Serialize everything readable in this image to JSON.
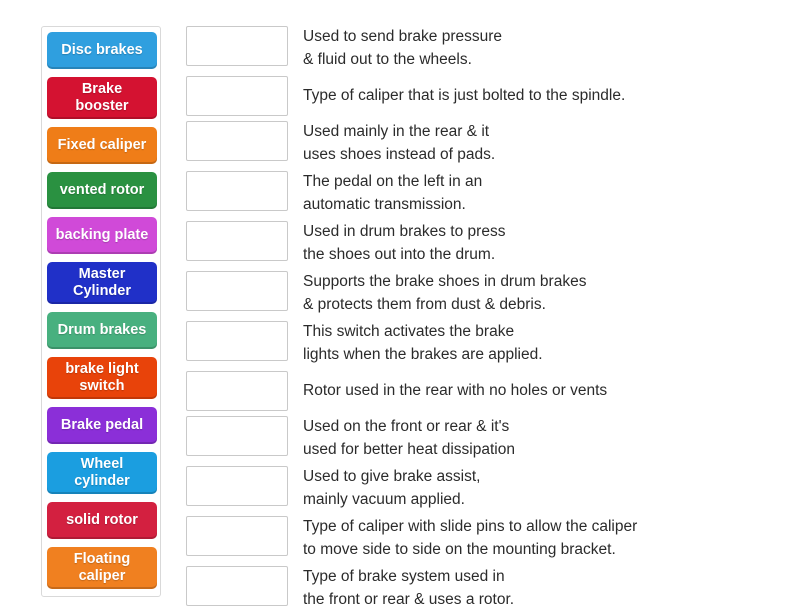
{
  "activity": {
    "type": "match-up-drag-and-drop",
    "title": "Brake System Terms Matching"
  },
  "tiles": [
    {
      "label": "Disc brakes",
      "color": "#2f9fdf",
      "lines": 1
    },
    {
      "label": "Brake\nbooster",
      "color": "#d41231",
      "lines": 2
    },
    {
      "label": "Fixed caliper",
      "color": "#ef7d18",
      "lines": 1
    },
    {
      "label": "vented rotor",
      "color": "#2a9141",
      "lines": 1
    },
    {
      "label": "backing plate",
      "color": "#d04ad8",
      "lines": 1
    },
    {
      "label": "Master\nCylinder",
      "color": "#2030c8",
      "lines": 2
    },
    {
      "label": "Drum brakes",
      "color": "#48b07f",
      "lines": 1
    },
    {
      "label": "brake light\nswitch",
      "color": "#e8430a",
      "lines": 2
    },
    {
      "label": "Brake pedal",
      "color": "#8b2fd8",
      "lines": 1
    },
    {
      "label": "Wheel\ncylinder",
      "color": "#1b9ee0",
      "lines": 2
    },
    {
      "label": "solid rotor",
      "color": "#d32040",
      "lines": 1
    },
    {
      "label": "Floating\ncaliper",
      "color": "#f08020",
      "lines": 2
    }
  ],
  "rows": [
    {
      "definition": "Used to send brake pressure\n& fluid out to the wheels.",
      "answer": "",
      "lines": 2
    },
    {
      "definition": "Type of caliper that is just bolted to the spindle.",
      "answer": "",
      "lines": 1
    },
    {
      "definition": "Used mainly in the rear & it\nuses shoes instead of pads.",
      "answer": "",
      "lines": 2
    },
    {
      "definition": "The pedal on the left in an\nautomatic transmission.",
      "answer": "",
      "lines": 2
    },
    {
      "definition": "Used in drum brakes to press\nthe shoes out into the drum.",
      "answer": "",
      "lines": 2
    },
    {
      "definition": "Supports the brake shoes in drum brakes\n& protects them from dust & debris.",
      "answer": "",
      "lines": 2
    },
    {
      "definition": "This switch activates the brake\nlights when the brakes are applied.",
      "answer": "",
      "lines": 2
    },
    {
      "definition": "Rotor used in the rear with no holes or vents",
      "answer": "",
      "lines": 1
    },
    {
      "definition": "Used on the front or rear & it's\nused for better heat dissipation",
      "answer": "",
      "lines": 2
    },
    {
      "definition": "Used to give brake assist,\nmainly vacuum applied.",
      "answer": "",
      "lines": 2
    },
    {
      "definition": "Type of caliper with slide pins to allow the caliper\nto move side to side on the mounting bracket.",
      "answer": "",
      "lines": 2
    },
    {
      "definition": "Type of brake system used in\nthe front or rear & uses a rotor.",
      "answer": "",
      "lines": 2
    }
  ],
  "colors": {
    "page_background": "#ffffff",
    "panel_border": "#d9d9d9",
    "dropzone_border": "#c9c9c9",
    "definition_text": "#2b2b2b",
    "tile_text": "#ffffff"
  }
}
